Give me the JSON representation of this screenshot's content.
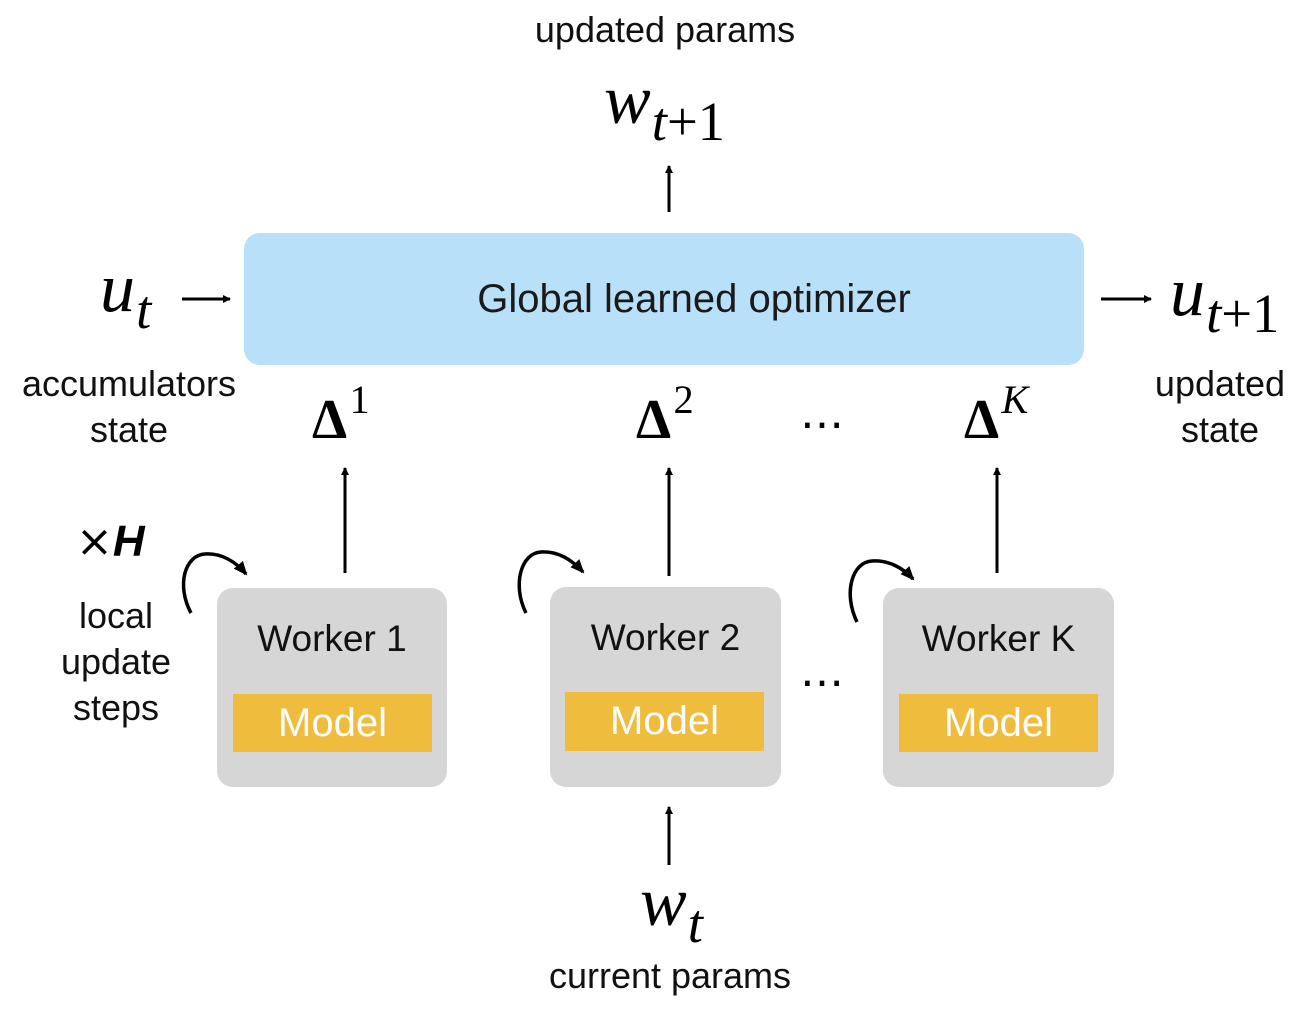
{
  "top": {
    "label": "updated params",
    "var": "w",
    "sub": "t+1"
  },
  "left_state": {
    "var": "u",
    "sub": "t",
    "label_line1": "accumulators",
    "label_line2": "state"
  },
  "right_state": {
    "var": "u",
    "sub": "t+1",
    "label_line1": "updated",
    "label_line2": "state"
  },
  "optimizer": {
    "label": "Global learned optimizer"
  },
  "deltas": [
    {
      "symbol": "Δ",
      "sup": "1"
    },
    {
      "symbol": "Δ",
      "sup": "2"
    },
    {
      "symbol": "Δ",
      "sup": "K"
    }
  ],
  "dots": "…",
  "local_steps": {
    "times": "×",
    "H": "H",
    "line1": "local",
    "line2": "update",
    "line3": "steps"
  },
  "workers": [
    {
      "title": "Worker 1",
      "model": "Model"
    },
    {
      "title": "Worker 2",
      "model": "Model"
    },
    {
      "title": "Worker K",
      "model": "Model"
    }
  ],
  "bottom": {
    "var": "w",
    "sub": "t",
    "label": "current params"
  }
}
